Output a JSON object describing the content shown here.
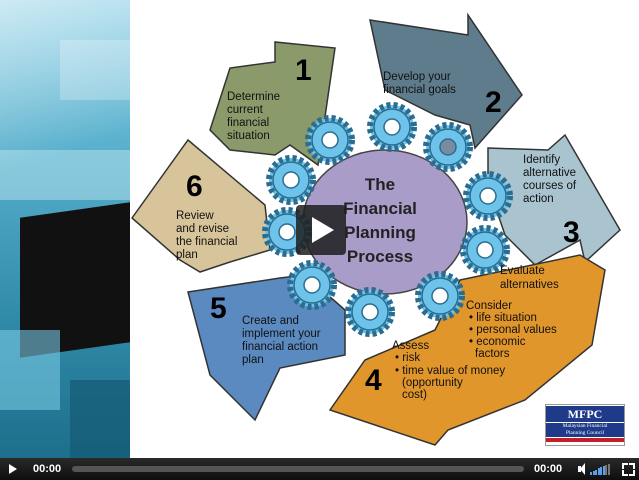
{
  "slide": {
    "center": {
      "line1": "The",
      "line2": "Financial",
      "line3": "Planning",
      "line4": "Process"
    },
    "steps": [
      {
        "num": "1",
        "lines": [
          "Determine",
          "current",
          "financial",
          "situation"
        ],
        "color": "#8a9a6a"
      },
      {
        "num": "2",
        "lines": [
          "Develop your",
          "financial goals"
        ],
        "color": "#5e7c8c"
      },
      {
        "num": "3",
        "lines": [
          "Identify",
          "alternative",
          "courses of",
          "action"
        ],
        "color": "#a9c4cf"
      },
      {
        "num": "4",
        "title": "Evaluate",
        "title2": "alternatives",
        "consider": "Consider",
        "consider_items": [
          "• life situation",
          "• personal values",
          "• economic",
          "  factors"
        ],
        "assess": "Assess",
        "assess_items": [
          "• risk",
          "• time value of money",
          "  (opportunity",
          "  cost)"
        ],
        "color": "#e0962a"
      },
      {
        "num": "5",
        "lines": [
          "Create and",
          "implement your",
          "financial action",
          "plan"
        ],
        "color": "#5b8ac0"
      },
      {
        "num": "6",
        "lines": [
          "Review",
          "and revise",
          "the financial",
          "plan"
        ],
        "color": "#d8c49a"
      }
    ],
    "gear_color": "#6ec3ea",
    "hub_color": "#a99cc8"
  },
  "logo": {
    "abbr": "MFPC",
    "line1": "Malaysian Financial",
    "line2": "Planning Council"
  },
  "player": {
    "current_time": "00:00",
    "duration": "00:00",
    "progress": 0,
    "volume": 0.8
  }
}
